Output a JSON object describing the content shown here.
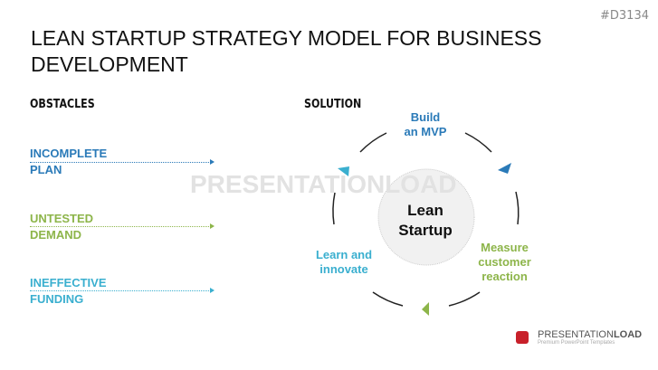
{
  "title": "LEAN STARTUP STRATEGY MODEL FOR BUSINESS DEVELOPMENT",
  "code": "#D3134",
  "watermark": "PRESENTATIONLOAD",
  "obstacles": {
    "heading": "OBSTACLES",
    "items": [
      {
        "line1": "INCOMPLETE",
        "line2": "PLAN",
        "color": "#2a7ab8"
      },
      {
        "line1": "UNTESTED",
        "line2": "DEMAND",
        "color": "#8db54a"
      },
      {
        "line1": "INEFFECTIVE",
        "line2": "FUNDING",
        "color": "#3aafcf"
      }
    ]
  },
  "solution": {
    "heading": "SOLUTION",
    "center1": "Lean",
    "center2": "Startup",
    "build1": "Build",
    "build2": "an MVP",
    "measure1": "Measure",
    "measure2": "customer",
    "measure3": "reaction",
    "learn1": "Learn and",
    "learn2": "innovate"
  },
  "logo": {
    "name1": "PRESENTATION",
    "name2": "LOAD",
    "tagline": "Premium PowerPoint Templates"
  }
}
